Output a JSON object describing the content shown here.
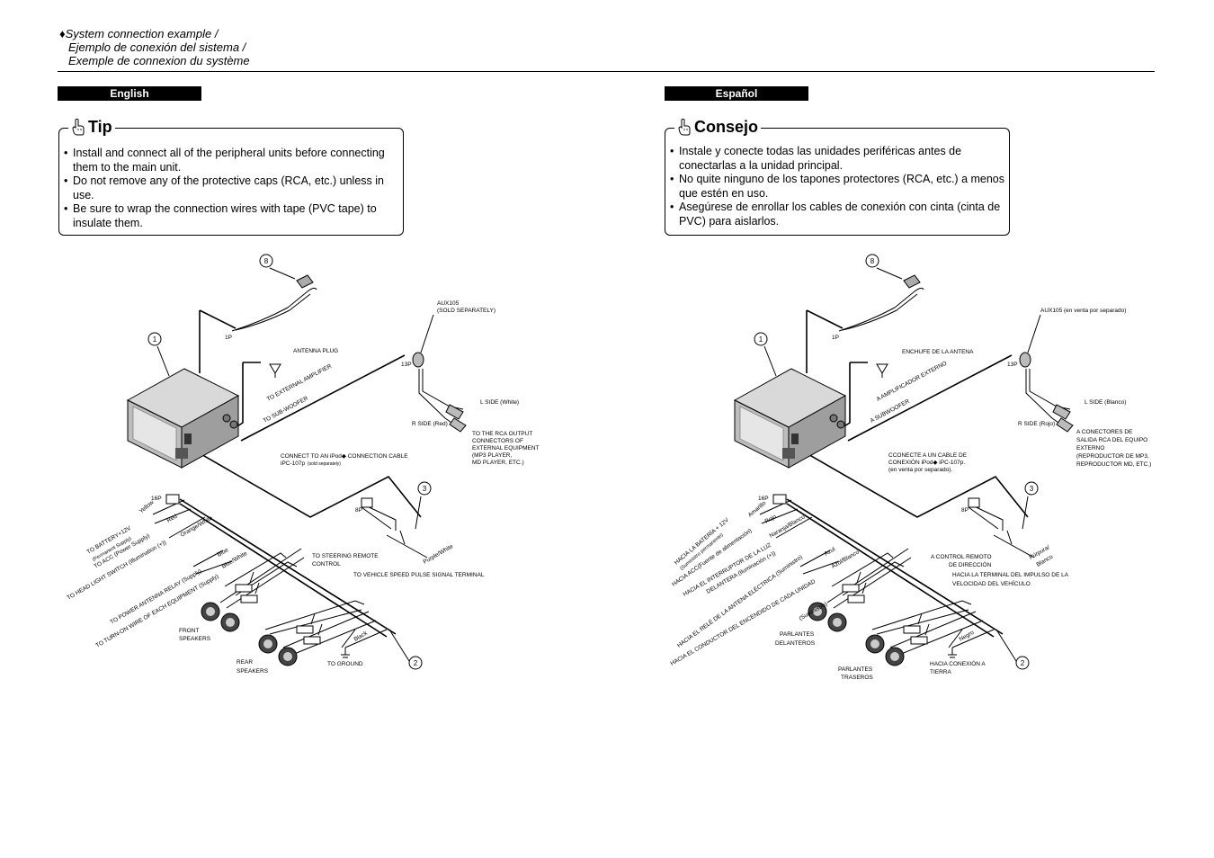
{
  "header": {
    "title_en": "♦System connection example  /",
    "title_es": "Ejemplo de conexión del sistema /",
    "title_fr": "Exemple de connexion du système"
  },
  "icons": {
    "tip": "pointing-hand-icon",
    "speaker": "speaker-icon",
    "ground": "ground-icon",
    "antenna": "antenna-icon"
  },
  "english": {
    "lang_label": "English",
    "tip_title": "Tip",
    "tips": [
      "Install and connect all of the peripheral units before connecting them to the main unit.",
      "Do not remove any of the protective caps (RCA, etc.) unless in use.",
      "Be sure to wrap the connection wires with tape (PVC tape) to insulate them."
    ],
    "diagram": {
      "num_8": "8",
      "num_1": "1",
      "num_3": "3",
      "num_2": "2",
      "p1": "1P",
      "p13": "13P",
      "p16": "16P",
      "p8": "8P",
      "antenna_plug": "ANTENNA PLUG",
      "aux_1": "AUX105",
      "aux_2": "(SOLD SEPARATELY)",
      "to_ext_amp": "TO EXTERNAL AMPLIFIER",
      "to_sub": "TO SUB-WOOFER",
      "l_side": "L SIDE (White)",
      "r_side": "R SIDE (Red)",
      "rca_1": "TO THE RCA OUTPUT",
      "rca_2": "CONNECTORS OF",
      "rca_3": "EXTERNAL EQUIPMENT",
      "rca_4": "(MP3 PLAYER,",
      "rca_5": "MD PLAYER, ETC.)",
      "ipod_1": "CONNECT TO AN iPod◆  CONNECTION CABLE",
      "ipod_2a": "iPC-107p",
      "ipod_2b": "(sold separately)",
      "yellow": "Yellow",
      "red": "Red",
      "orange": "Orange/White",
      "blue": "Blue",
      "bluewhite": "Blue/White",
      "batt_1": "TO BATTERY+12V",
      "batt_2": "(Permanent Supply)",
      "acc": "TO ACC (Power Supply)",
      "head": "TO HEAD LIGHT SWITCH (Illumination (+))",
      "ant_relay": "TO POWER ANTENNA RELAY (Supply)",
      "turn_on": "TO TURN-ON WIRE OF EACH EQUIPMENT (Supply)",
      "steer_1": "TO STEERING REMOTE",
      "steer_2": "CONTROL",
      "purple": "Purple/White",
      "speed": "TO VEHICLE SPEED PULSE SIGNAL TERMINAL",
      "front_1": "FRONT",
      "front_2": "SPEAKERS",
      "rear_1": "REAR",
      "rear_2": "SPEAKERS",
      "black": "Black",
      "ground": "TO GROUND"
    }
  },
  "espanol": {
    "lang_label": "Español",
    "tip_title": "Consejo",
    "tips": [
      "Instale y conecte todas las unidades periféricas antes de conectarlas a la unidad principal.",
      "No quite ninguno de los tapones protectores (RCA, etc.) a menos que estén en uso.",
      "Asegúrese de enrollar los cables de conexión con cinta (cinta de PVC) para aislarlos."
    ],
    "diagram": {
      "num_8": "8",
      "num_1": "1",
      "num_3": "3",
      "num_2": "2",
      "p1": "1P",
      "p13": "13P",
      "p16": "16P",
      "p8": "8P",
      "antenna_plug": "ENCHUFE DE LA ANTENA",
      "aux_1": "AUX105 (en venta por separado)",
      "to_ext_amp": "A AMPLIFICADOR EXTERNO",
      "to_sub": "A SUBWOOFER",
      "l_side": "L SIDE (Blanco)",
      "r_side": "R SIDE (Rojo)",
      "rca_1": "A CONECTORES DE",
      "rca_2": "SALIDA RCA DEL EQUIPO",
      "rca_3": "EXTERNO",
      "rca_4": "(REPRODUCTOR DE MP3,",
      "rca_5": "REPRODUCTOR MD, ETC.)",
      "ipod_1": "CCONECTE A UN CABLE DE",
      "ipod_2": "CONEXIÓN iPod◆  iPC-107p.",
      "ipod_3": "(en venta por separado).",
      "yellow": "Amarillo",
      "red": "Rojo",
      "orange": "Naranja/Blanco",
      "blue": "Azul",
      "bluewhite": "Azul/Blanco",
      "batt_1": "HACIA LA BATERÍA + 12V",
      "batt_2": "(Suministro permanente)",
      "acc": "HACIA ACC(Fuente de alimentación)",
      "head_1": "HACIA EL INTERRUPTOR DE LA LUZ",
      "head_2": "DELANTERA (Iluminación (+))",
      "ant_relay_1": "HACIA EL RELÉ DE LA ANTENA ELÉCTRICA (Suministro)",
      "turn_on_1": "HACIA EL CONDUCTOR DEL ENCENDIDO DE CADA UNIDAD",
      "turn_on_2": "(Suministro)",
      "steer_1": "A CONTROL REMOTO",
      "steer_2": "DE DIRECCIÓN",
      "purple_1": "Púrpura/",
      "purple_2": "Blanco",
      "speed_1": "HACIA LA TERMINAL DEL IMPULSO DE LA",
      "speed_2": "VELOCIDAD DEL VEHÍCULO",
      "front_1": "PARLANTES",
      "front_2": "DELANTEROS",
      "rear_1": "PARLANTES",
      "rear_2": "TRASEROS",
      "black": "Negro",
      "ground_1": "HACIA CONEXIÓN A",
      "ground_2": "TIERRA"
    }
  }
}
